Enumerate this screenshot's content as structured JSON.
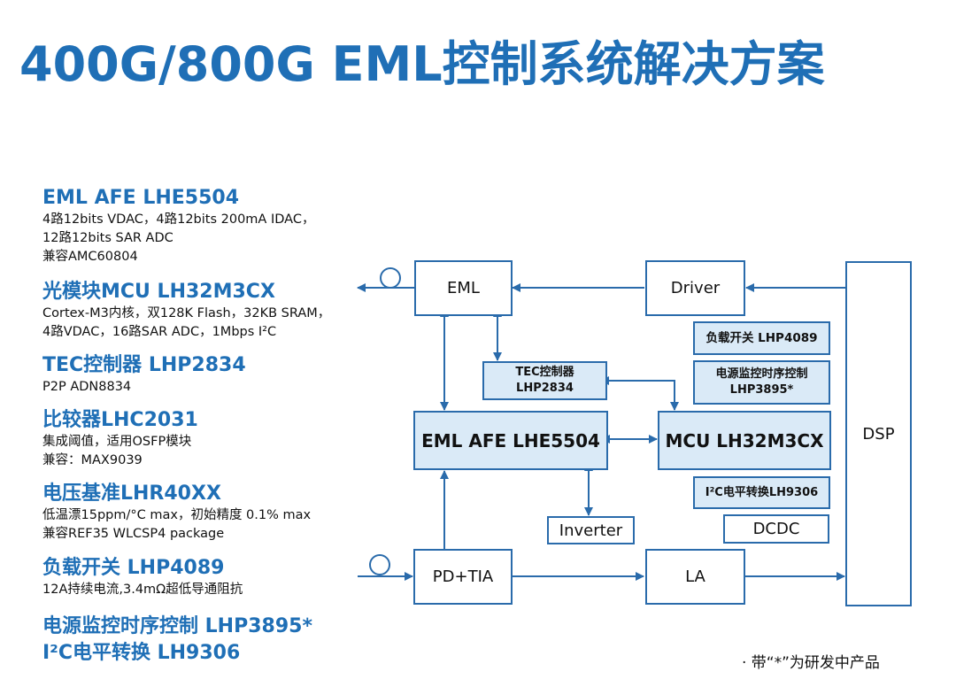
{
  "title": "400G/800G EML控制系统解决方案",
  "sections": [
    {
      "title": "EML AFE LHE5504",
      "desc": "4路12bits VDAC，4路12bits 200mA IDAC，\n12路12bits SAR ADC\n 兼容AMC60804"
    },
    {
      "title": "光模块MCU LH32M3CX",
      "desc": "Cortex-M3内核，双128K Flash，32KB SRAM，\n4路VDAC，16路SAR ADC，1Mbps I²C"
    },
    {
      "title": "TEC控制器 LHP2834",
      "desc": "P2P ADN8834"
    },
    {
      "title": "比较器LHC2031",
      "desc": "集成阈值，适用OSFP模块\n兼容：MAX9039"
    },
    {
      "title": "电压基准LHR40XX",
      "desc": "低温漂15ppm/°C max，初始精度 0.1% max\n 兼容REF35 WLCSP4 package"
    },
    {
      "title": "负载开关 LHP4089",
      "desc": "12A持续电流,3.4mΩ超低导通阻抗"
    },
    {
      "title": "电源监控时序控制 LHP3895*",
      "desc": ""
    },
    {
      "title": "I²C电平转换 LH9306",
      "desc": ""
    }
  ],
  "diagram": {
    "eml": "EML",
    "driver": "Driver",
    "dsp": "DSP",
    "load_switch": "负载开关 LHP4089",
    "power_monitor": "电源监控时序控制\nLHP3895*",
    "tec": "TEC控制器\nLHP2834",
    "afe": "EML AFE LHE5504",
    "mcu": "MCU LH32M3CX",
    "i2c": "I²C电平转换LH9306",
    "inverter": "Inverter",
    "dcdc": "DCDC",
    "pdtia": "PD+TIA",
    "la": "LA"
  },
  "footnote": "· 带“*”为研发中产品",
  "colors": {
    "accent": "#1f6fb6",
    "line": "#2a6bab",
    "box_fill": "#daeaf7"
  }
}
